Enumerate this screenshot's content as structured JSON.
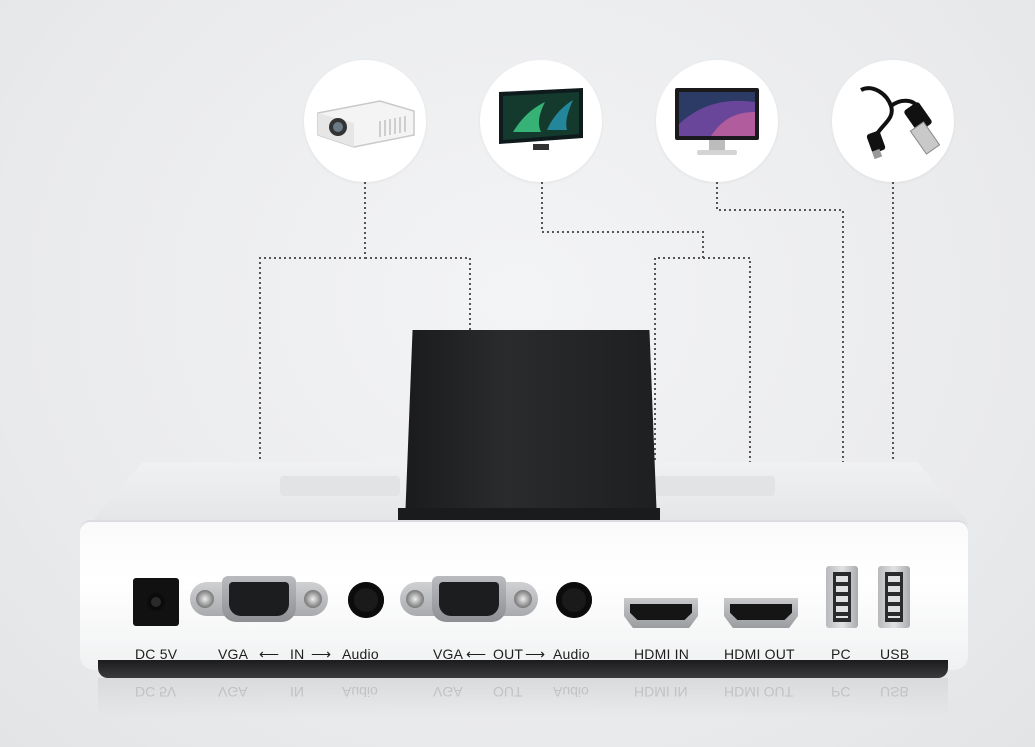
{
  "devices": [
    {
      "name": "projector-icon"
    },
    {
      "name": "tv-icon"
    },
    {
      "name": "monitor-icon"
    },
    {
      "name": "usb-cable-icon"
    }
  ],
  "ports": {
    "dc": "DC 5V",
    "vga_in": "VGA",
    "in": "IN",
    "audio_in": "Audio",
    "vga_out": "VGA",
    "out": "OUT",
    "audio_out": "Audio",
    "hdmi_in": "HDMI IN",
    "hdmi_out": "HDMI OUT",
    "pc": "PC",
    "usb": "USB"
  },
  "colors": {
    "background": "#eceef0",
    "panel": "#ffffff",
    "dock": "#1e1f21",
    "dotted_line": "#555555"
  }
}
